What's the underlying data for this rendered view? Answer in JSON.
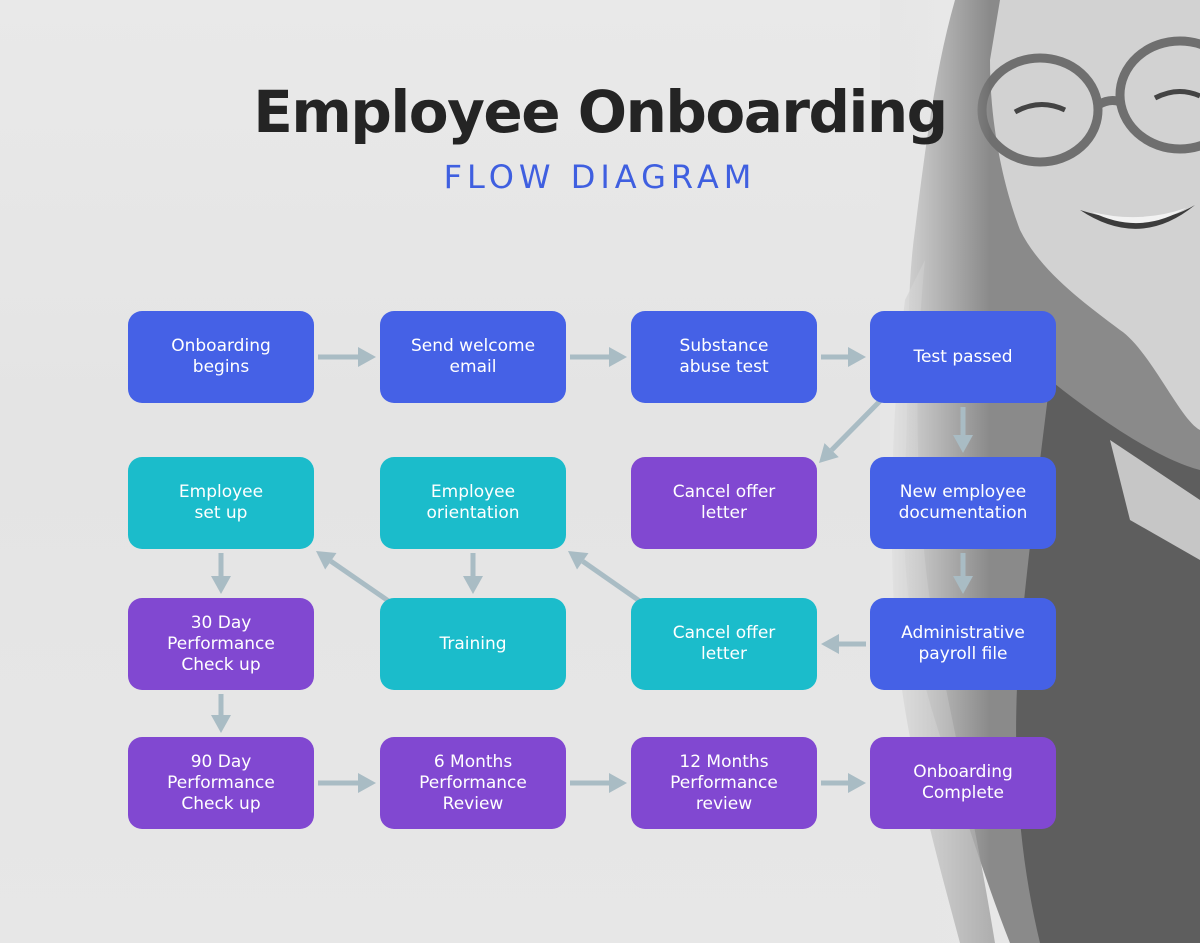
{
  "header": {
    "title": "Employee Onboarding",
    "subtitle": "FLOW DIAGRAM"
  },
  "colors": {
    "blue": "#4561e6",
    "teal": "#1bbccb",
    "purple": "#8148d1",
    "arrow": "#a9bcc4",
    "title": "#242424",
    "subtitle": "#3f5fe0"
  },
  "nodes": [
    {
      "id": "onboarding-begins",
      "label": "Onboarding\nbegins",
      "color": "blue"
    },
    {
      "id": "send-welcome-email",
      "label": "Send welcome\nemail",
      "color": "blue"
    },
    {
      "id": "substance-abuse-test",
      "label": "Substance\nabuse test",
      "color": "blue"
    },
    {
      "id": "test-passed",
      "label": "Test passed",
      "color": "blue"
    },
    {
      "id": "employee-set-up",
      "label": "Employee\nset up",
      "color": "teal"
    },
    {
      "id": "employee-orientation",
      "label": "Employee\norientation",
      "color": "teal"
    },
    {
      "id": "cancel-offer-letter-1",
      "label": "Cancel offer\nletter",
      "color": "purple"
    },
    {
      "id": "new-employee-documentation",
      "label": "New employee\ndocumentation",
      "color": "blue"
    },
    {
      "id": "30-day-check-up",
      "label": "30 Day\nPerformance\nCheck up",
      "color": "purple"
    },
    {
      "id": "training",
      "label": "Training",
      "color": "teal"
    },
    {
      "id": "cancel-offer-letter-2",
      "label": "Cancel offer\nletter",
      "color": "teal"
    },
    {
      "id": "administrative-payroll-file",
      "label": "Administrative\npayroll file",
      "color": "blue"
    },
    {
      "id": "90-day-check-up",
      "label": "90 Day\nPerformance\nCheck up",
      "color": "purple"
    },
    {
      "id": "6-months-review",
      "label": "6 Months\nPerformance\nReview",
      "color": "purple"
    },
    {
      "id": "12-months-review",
      "label": "12 Months\nPerformance\nreview",
      "color": "purple"
    },
    {
      "id": "onboarding-complete",
      "label": "Onboarding\nComplete",
      "color": "purple"
    }
  ],
  "edges": [
    {
      "from": "onboarding-begins",
      "to": "send-welcome-email"
    },
    {
      "from": "send-welcome-email",
      "to": "substance-abuse-test"
    },
    {
      "from": "substance-abuse-test",
      "to": "test-passed"
    },
    {
      "from": "test-passed",
      "to": "cancel-offer-letter-1"
    },
    {
      "from": "test-passed",
      "to": "new-employee-documentation"
    },
    {
      "from": "new-employee-documentation",
      "to": "administrative-payroll-file"
    },
    {
      "from": "administrative-payroll-file",
      "to": "cancel-offer-letter-2"
    },
    {
      "from": "cancel-offer-letter-2",
      "to": "employee-orientation"
    },
    {
      "from": "employee-orientation",
      "to": "training"
    },
    {
      "from": "training",
      "to": "employee-set-up"
    },
    {
      "from": "employee-set-up",
      "to": "30-day-check-up"
    },
    {
      "from": "30-day-check-up",
      "to": "90-day-check-up"
    },
    {
      "from": "90-day-check-up",
      "to": "6-months-review"
    },
    {
      "from": "6-months-review",
      "to": "12-months-review"
    },
    {
      "from": "12-months-review",
      "to": "onboarding-complete"
    }
  ]
}
